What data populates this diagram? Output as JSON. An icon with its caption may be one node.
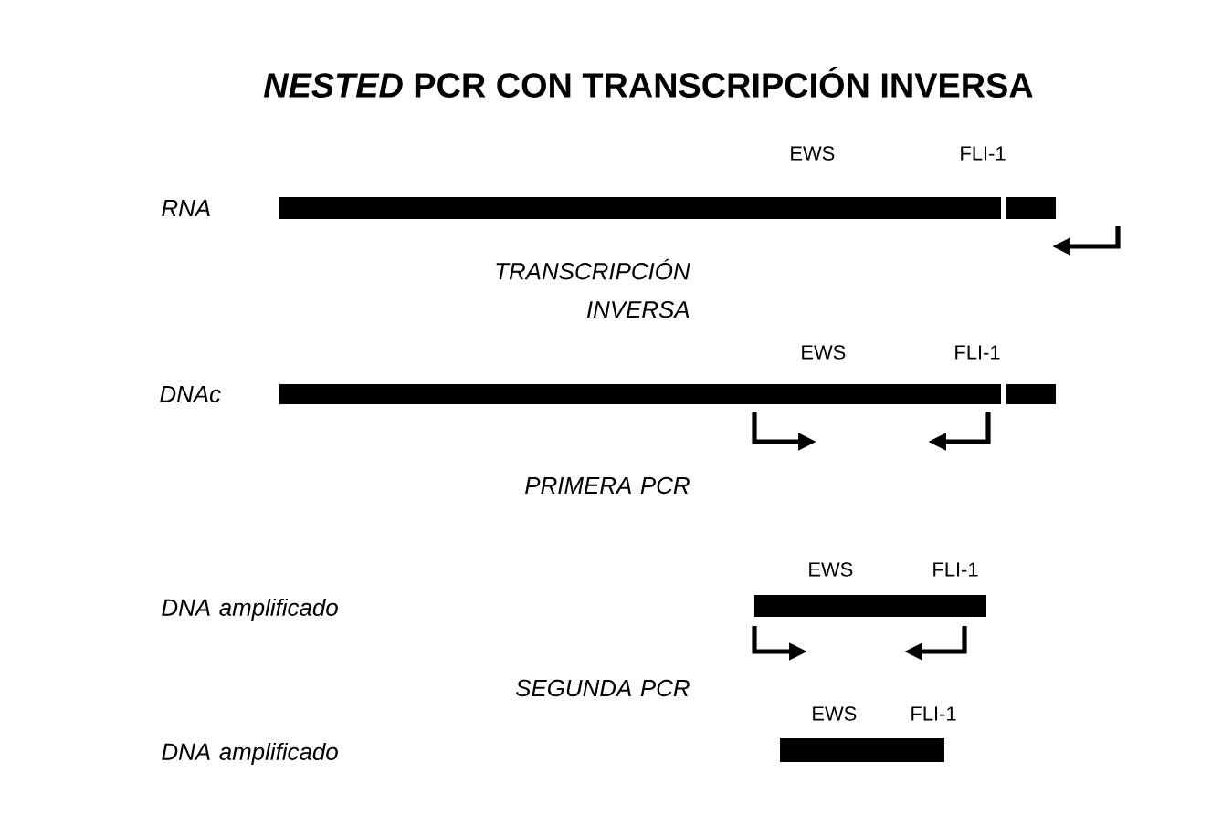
{
  "diagram": {
    "title": "*NESTED* PCR CON TRANSCRIPCIÓN INVERSA",
    "nodes": [
      {
        "text": [],
        "shape": "bar",
        "beside": [
          "EWS",
          "FLI-1"
        ]
      },
      {
        "text": [],
        "shape": "bar",
        "beside": [
          "EWS",
          "FLI-1"
        ]
      },
      {
        "text": [],
        "shape": "bar",
        "beside": [
          "EWS",
          "FLI-1"
        ]
      },
      {
        "text": [],
        "shape": "bar",
        "beside": [
          "EWS",
          "FLI-1"
        ]
      }
    ],
    "labels": [
      "RNA",
      "TRANSCRIPCIÓN INVERSA",
      "DNAc",
      "PRIMERA PCR",
      "DNA amplificado",
      "SEGUNDA PCR",
      "DNA amplificado"
    ]
  }
}
